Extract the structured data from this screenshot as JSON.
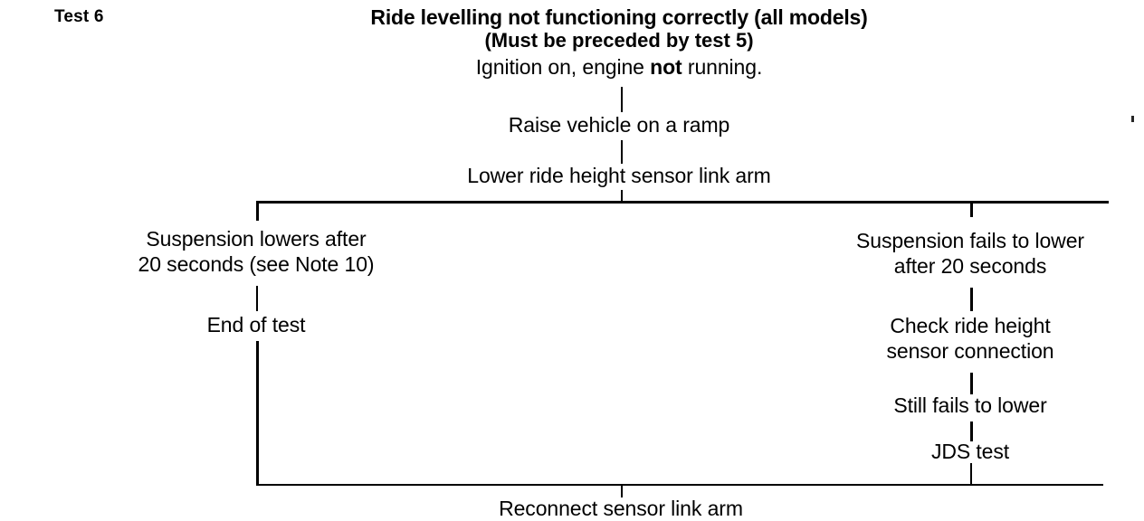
{
  "document": {
    "test_label": "Test 6",
    "title": "Ride levelling not functioning correctly (all models)",
    "subtitle": "(Must be preceded by test 5)"
  },
  "steps": {
    "ignition_prefix": "Ignition on, engine ",
    "ignition_emphasis": "not",
    "ignition_suffix": " running.",
    "raise_vehicle": "Raise vehicle on a ramp",
    "lower_link_arm": "Lower ride height sensor link arm",
    "reconnect": "Reconnect sensor link arm"
  },
  "left_branch": {
    "outcome_line1": "Suspension lowers after",
    "outcome_line2": "20 seconds (see Note 10)",
    "end": "End of test"
  },
  "right_branch": {
    "outcome_line1": "Suspension fails to lower",
    "outcome_line2": "after 20 seconds",
    "check_line1": "Check ride height",
    "check_line2": "sensor connection",
    "still_fails": "Still fails to lower",
    "jds": "JDS test"
  },
  "colors": {
    "ink": "#000000",
    "paper": "#ffffff"
  }
}
